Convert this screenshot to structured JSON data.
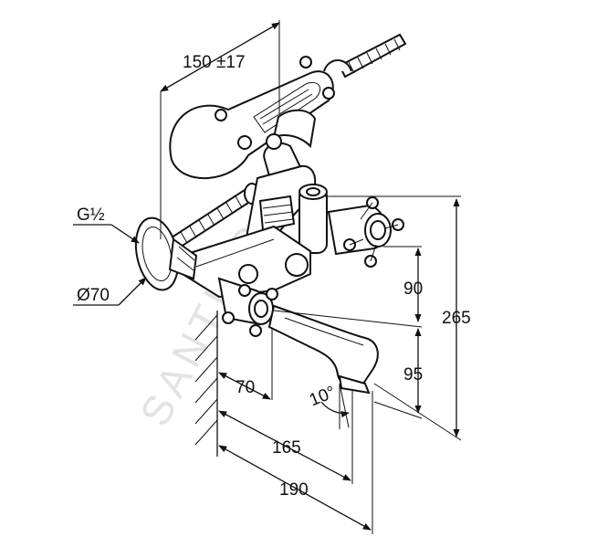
{
  "watermark": "SANTINO",
  "dimensions": {
    "hose_spread": "150 ±17",
    "thread": "G½",
    "rosette_diameter": "Ø70",
    "upper_height": "90",
    "total_height": "265",
    "spout_height": "95",
    "wall_to_valve": "70",
    "spout_angle": "10°",
    "spout_reach": "165",
    "total_depth": "190"
  },
  "colors": {
    "line": "#111111",
    "watermark": "#e3e3e3"
  }
}
